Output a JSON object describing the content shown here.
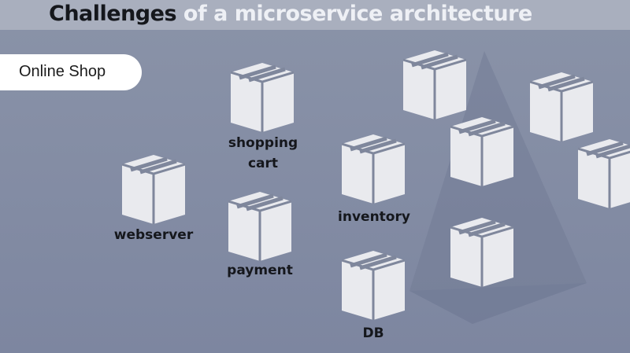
{
  "slide": {
    "title_dark": "Challenges",
    "title_light": "of a microservice architecture",
    "context_label": "Online Shop"
  },
  "services": {
    "shopping_cart_line1": "shopping",
    "shopping_cart_line2": "cart",
    "webserver": "webserver",
    "payment": "payment",
    "inventory": "inventory",
    "db": "DB"
  },
  "colors": {
    "background": "#8a93a8",
    "box_face": "#e9eaee",
    "box_edge": "#7f879c",
    "title_dark": "#15171c",
    "title_light": "#eef0f5"
  }
}
